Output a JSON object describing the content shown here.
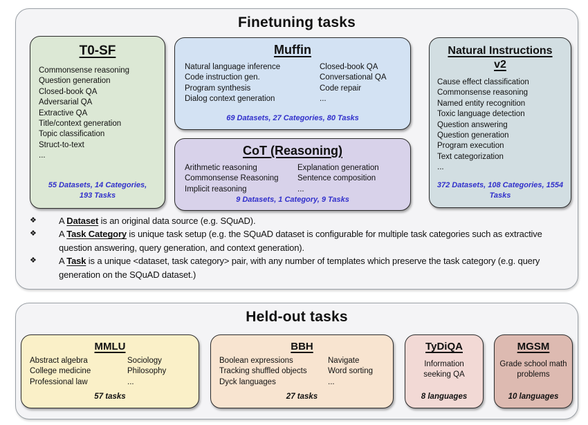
{
  "colors": {
    "stats_blue": "#3130cb",
    "panel_fill": "#f4f4f6",
    "t0sf_fill": "#dce8d5",
    "muffin_fill": "#d3e2f3",
    "cot_fill": "#d8d2ea",
    "niv2_fill": "#d2dee2",
    "mmlu_fill": "#faf0c8",
    "bbh_fill": "#f8e4d0",
    "tydiqa_fill": "#f2d9d5",
    "mgsm_fill": "#ddbab1"
  },
  "finetuning": {
    "title": "Finetuning tasks",
    "bullet_char": "❖",
    "t0sf": {
      "title": "T0-SF",
      "items": [
        "Commonsense reasoning",
        "Question generation",
        "Closed-book QA",
        "Adversarial QA",
        "Extractive QA",
        "Title/context generation",
        "Topic classification",
        "Struct-to-text",
        "..."
      ],
      "stats": "55 Datasets, 14 Categories, 193 Tasks"
    },
    "muffin": {
      "title": "Muffin",
      "col1": [
        "Natural language inference",
        "Code instruction gen.",
        "Program synthesis",
        "Dialog context generation"
      ],
      "col2": [
        "Closed-book QA",
        "Conversational QA",
        "Code repair",
        "..."
      ],
      "stats": "69 Datasets, 27 Categories, 80 Tasks"
    },
    "cot": {
      "title": "CoT (Reasoning)",
      "col1": [
        "Arithmetic reasoning",
        "Commonsense Reasoning",
        "Implicit reasoning"
      ],
      "col2": [
        "Explanation generation",
        "Sentence composition",
        "..."
      ],
      "stats": "9 Datasets, 1 Category, 9 Tasks"
    },
    "niv2": {
      "title": "Natural Instructions v2",
      "items": [
        "Cause effect classification",
        "Commonsense reasoning",
        "Named entity recognition",
        "Toxic language detection",
        "Question answering",
        "Question generation",
        "Program execution",
        "Text categorization",
        "..."
      ],
      "stats": "372 Datasets, 108 Categories, 1554 Tasks"
    },
    "notes": [
      {
        "prefix": "A ",
        "term": "Dataset",
        "rest": " is an original data source (e.g. SQuAD)."
      },
      {
        "prefix": "A ",
        "term": "Task Category",
        "rest": " is unique task setup (e.g. the SQuAD dataset is configurable for multiple task categories such as extractive question answering, query generation, and context generation)."
      },
      {
        "prefix": "A ",
        "term": "Task",
        "rest": " is a unique <dataset, task category> pair, with any number of templates which preserve the task category (e.g. query generation on the SQuAD dataset.)"
      }
    ]
  },
  "heldout": {
    "title": "Held-out tasks",
    "mmlu": {
      "title": "MMLU",
      "col1": [
        "Abstract algebra",
        "College medicine",
        "Professional law"
      ],
      "col2": [
        "Sociology",
        "Philosophy",
        "..."
      ],
      "stats": "57 tasks"
    },
    "bbh": {
      "title": "BBH",
      "col1": [
        "Boolean expressions",
        "Tracking shuffled objects",
        "Dyck languages"
      ],
      "col2": [
        "Navigate",
        "Word sorting",
        "..."
      ],
      "stats": "27 tasks"
    },
    "tydiqa": {
      "title": "TyDiQA",
      "desc": "Information seeking QA",
      "stats": "8 languages"
    },
    "mgsm": {
      "title": "MGSM",
      "desc": "Grade school math problems",
      "stats": "10 languages"
    }
  }
}
